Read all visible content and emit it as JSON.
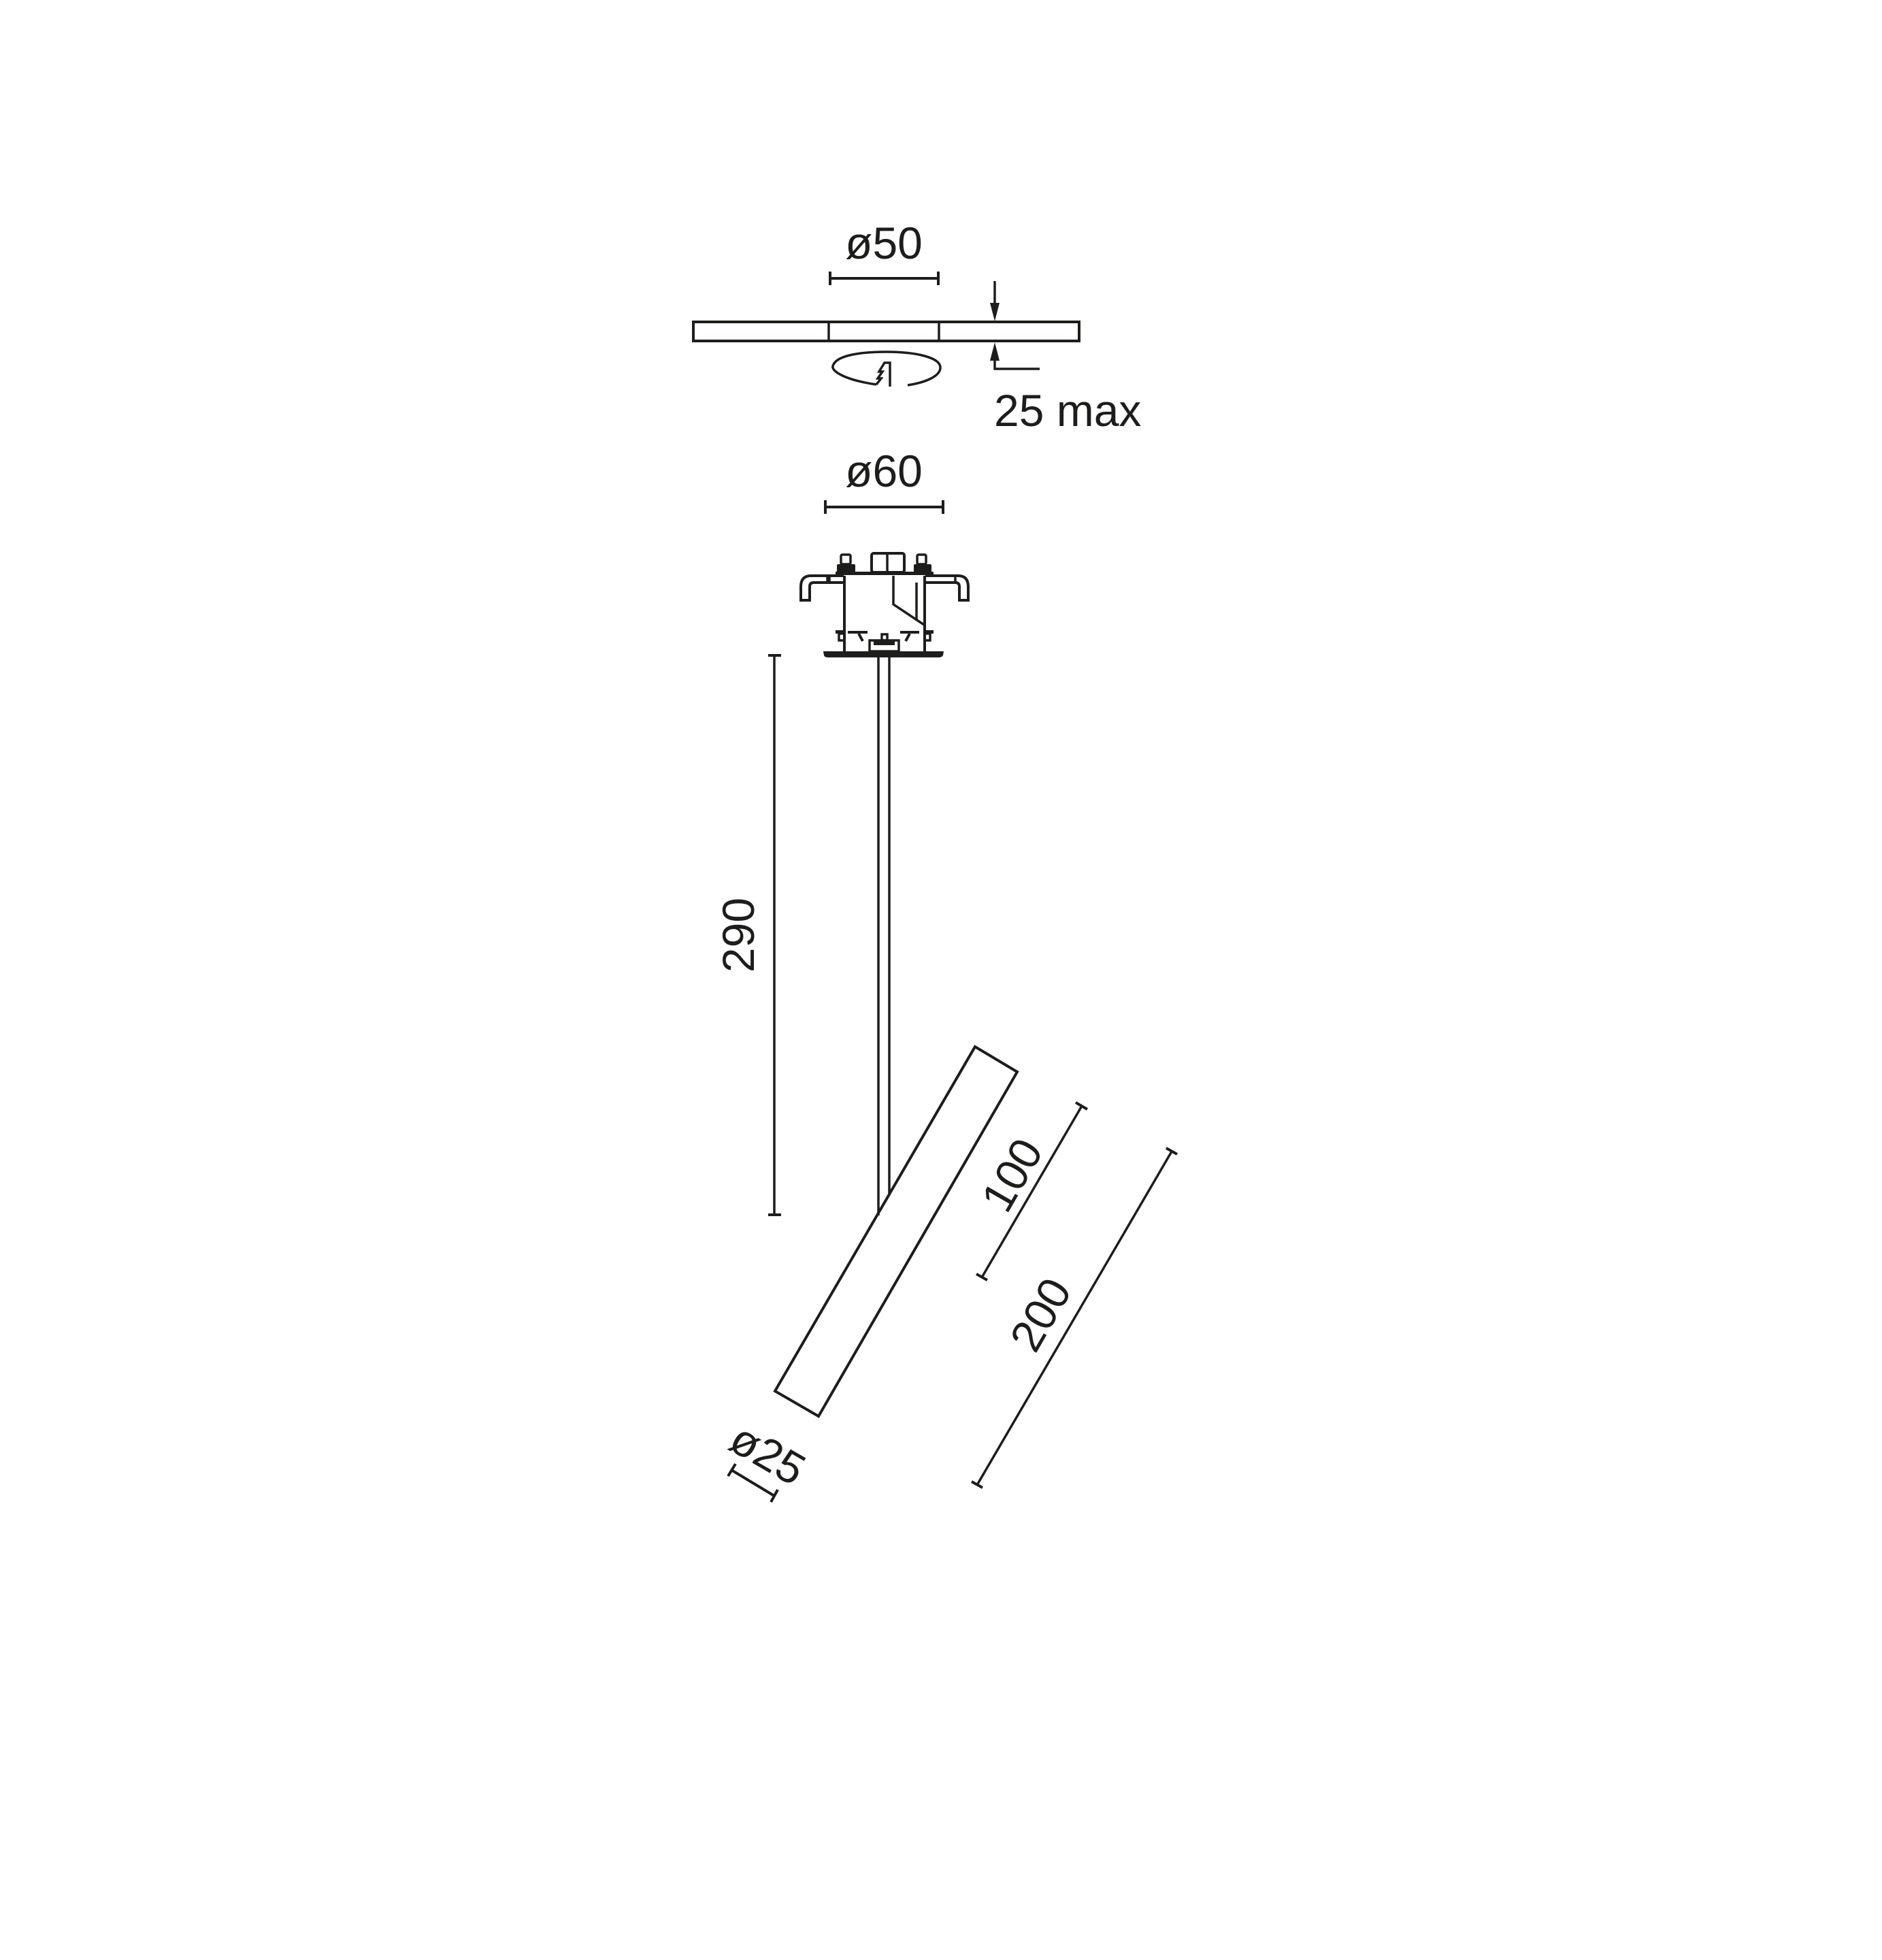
{
  "drawing": {
    "title": "Recessed ceiling spotlight with stem and tilting tube - dimension drawing",
    "line_color": "#1d1d1b",
    "background": "#ffffff",
    "units": "mm"
  },
  "ceiling_plate": {
    "hole_diameter_label": "ø50",
    "thickness_label": "25 max",
    "rotation_symbol": "rotate-icon"
  },
  "housing": {
    "diameter_label": "ø60"
  },
  "stem": {
    "length_label": "290"
  },
  "tube": {
    "diameter_label": "ø25",
    "pivot_offset_label": "100",
    "length_label": "200"
  }
}
